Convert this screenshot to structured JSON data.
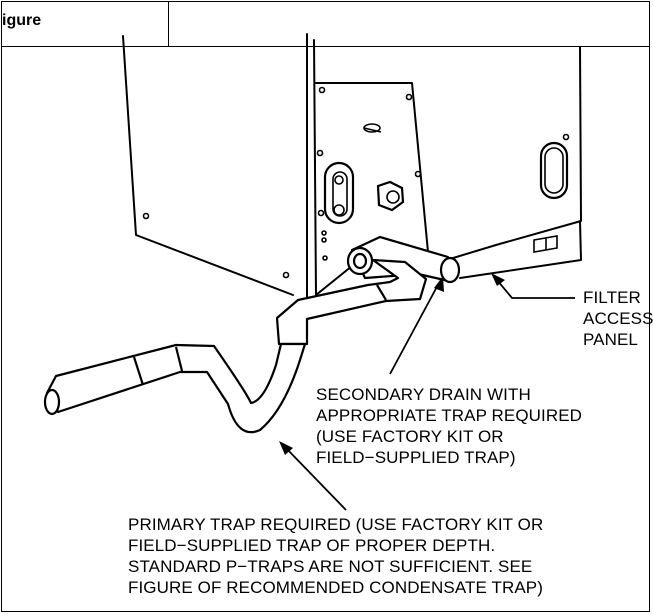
{
  "figure": {
    "header_label": "igure"
  },
  "callouts": {
    "filter_panel": [
      "FILTER",
      "ACCESS",
      "PANEL"
    ],
    "secondary_drain": [
      "SECONDARY DRAIN WITH",
      "APPROPRIATE TRAP REQUIRED",
      "(USE FACTORY KIT OR",
      "FIELD−SUPPLIED TRAP)"
    ],
    "primary_trap": [
      "PRIMARY TRAP REQUIRED (USE FACTORY KIT OR",
      "FIELD−SUPPLIED TRAP OF PROPER DEPTH.",
      "STANDARD P−TRAPS ARE NOT SUFFICIENT. SEE",
      "FIGURE OF RECOMMENDED CONDENSATE TRAP)"
    ]
  }
}
